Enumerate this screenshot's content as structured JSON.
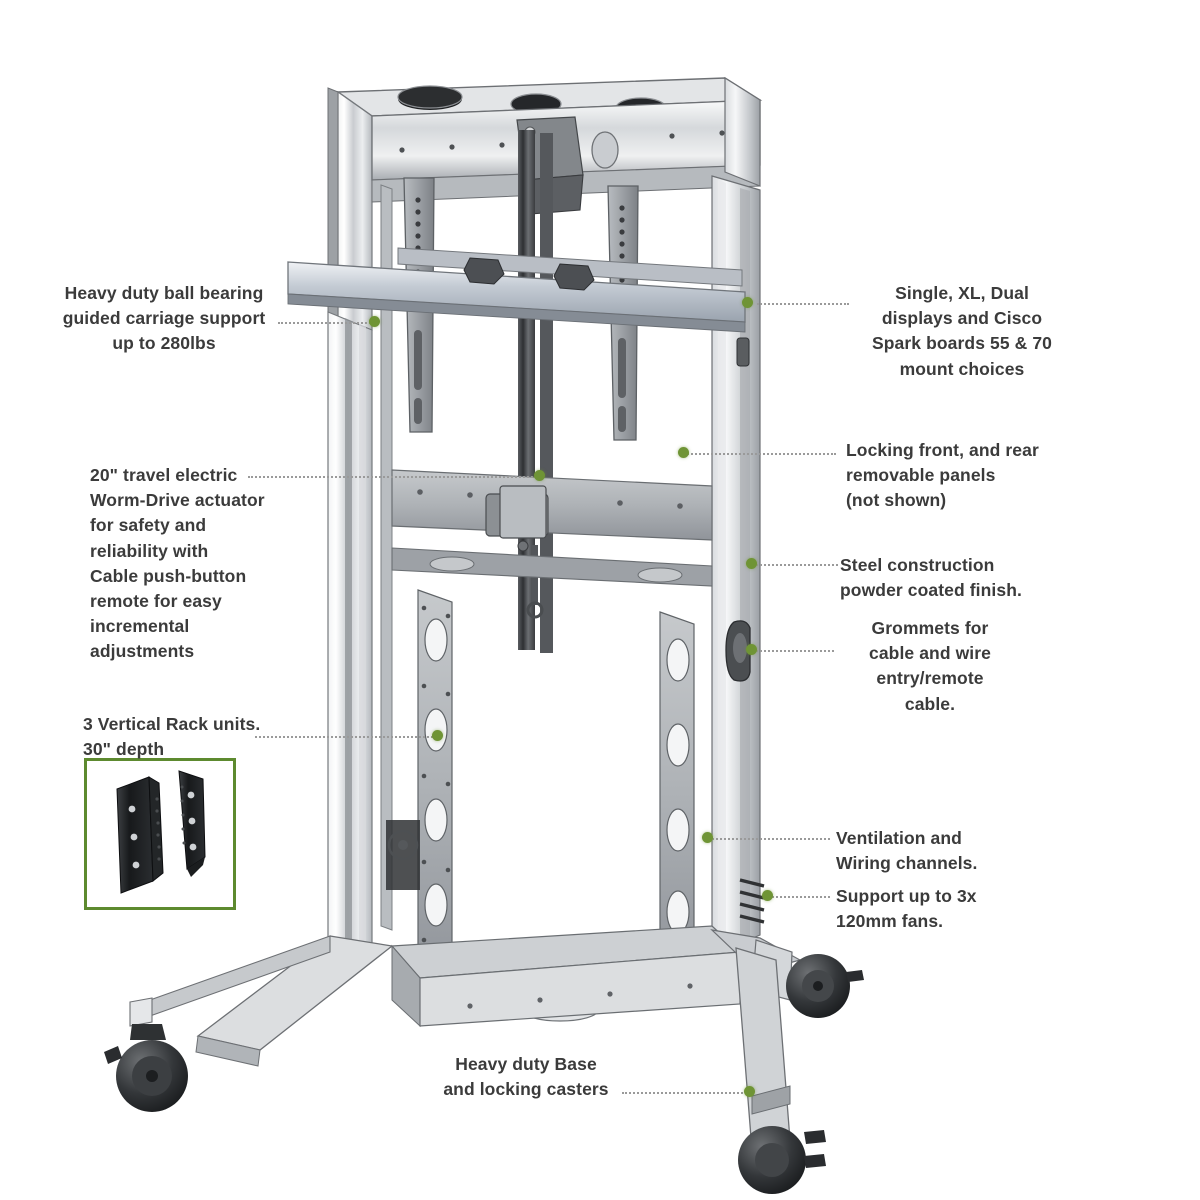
{
  "figure": {
    "title": "AV cart / display lift technical feature diagram",
    "background_color": "#ffffff",
    "text_color": "#3b3b3b",
    "accent_color": "#6f9435",
    "box_border_color": "#5d8a2f",
    "leader_color": "#9a9a9a"
  },
  "callouts": [
    {
      "id": "carriage",
      "text": "Heavy duty ball bearing\nguided carriage support\nup to 280lbs",
      "align": "center",
      "side": "left"
    },
    {
      "id": "displays",
      "text": "Single, XL, Dual\ndisplays and Cisco\nSpark boards 55 & 70\nmount choices",
      "align": "center",
      "side": "right"
    },
    {
      "id": "actuator",
      "text": "20\" travel electric\nWorm-Drive actuator\nfor safety and\nreliability with\nCable push-button\nremote for easy\nincremental\nadjustments",
      "align": "left",
      "side": "left"
    },
    {
      "id": "panels",
      "text": "Locking front, and rear\nremovable panels\n(not shown)",
      "align": "left",
      "side": "right"
    },
    {
      "id": "steel",
      "text": "Steel construction\npowder coated finish.",
      "align": "left",
      "side": "right"
    },
    {
      "id": "grommets",
      "text": "Grommets for\ncable and wire\nentry/remote\ncable.",
      "align": "center",
      "side": "right"
    },
    {
      "id": "rack-units",
      "text": "3 Vertical Rack units.\n30\" depth",
      "align": "left",
      "side": "left"
    },
    {
      "id": "ventilation",
      "text": "Ventilation and\nWiring channels.",
      "align": "left",
      "side": "right"
    },
    {
      "id": "fans",
      "text": "Support up to 3x\n120mm fans.",
      "align": "left",
      "side": "right"
    },
    {
      "id": "base",
      "text": "Heavy duty Base\nand locking casters",
      "align": "center",
      "side": "bottom"
    }
  ]
}
